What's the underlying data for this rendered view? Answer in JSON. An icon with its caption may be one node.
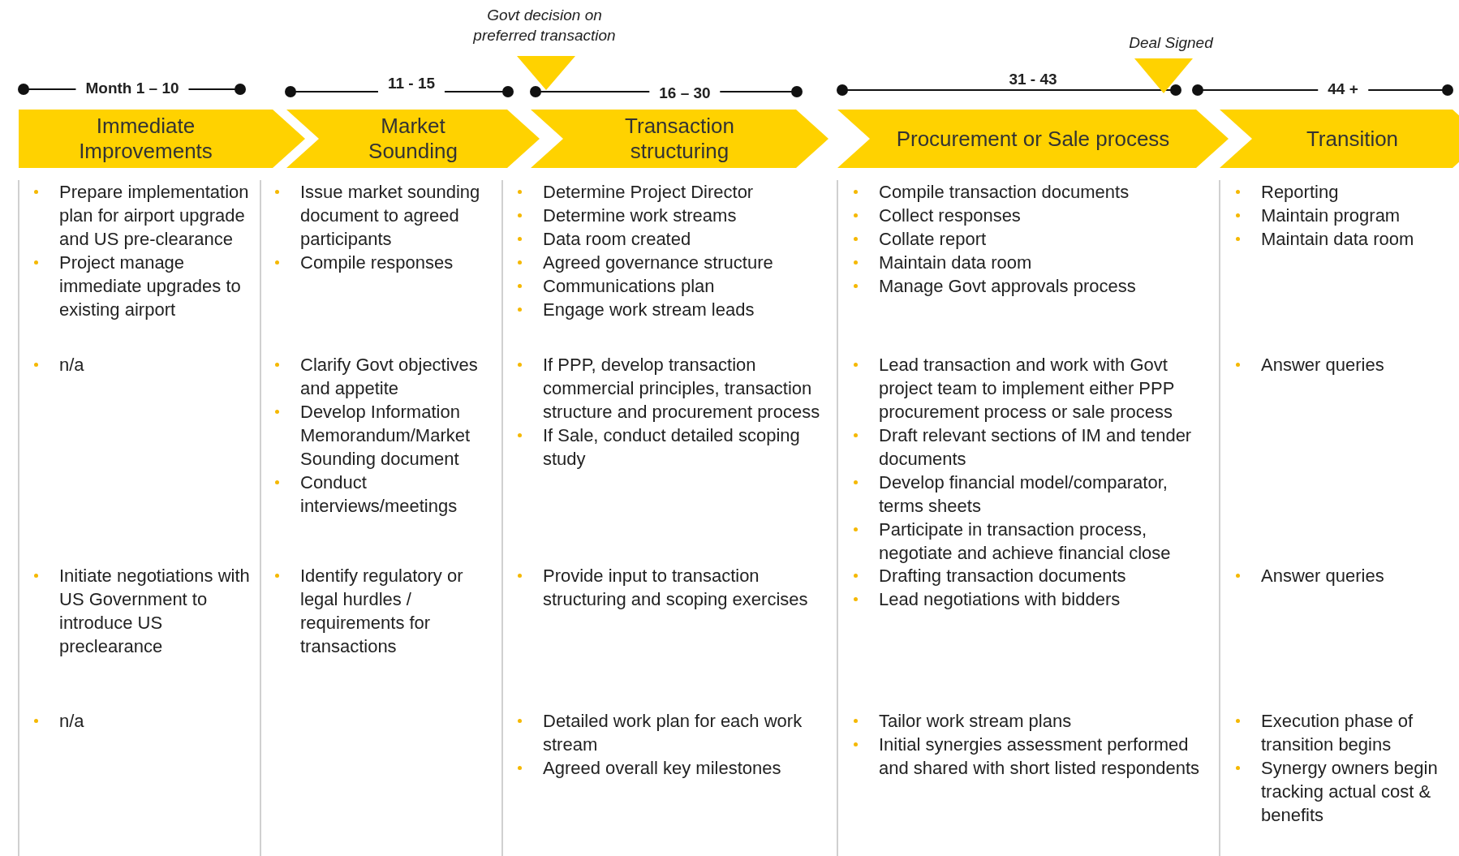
{
  "diagram": {
    "nodes": [
      {
        "text": [
          "Immediate Improvements"
        ]
      },
      {
        "text": [
          "Market Sounding"
        ]
      },
      {
        "text": [
          "Transaction structuring"
        ]
      },
      {
        "text": [
          "Procurement or Sale process"
        ]
      },
      {
        "text": [
          "Transition"
        ]
      },
      {
        "text": [],
        "shape": "triangle",
        "beside": [
          "Govt decision on preferred transaction"
        ]
      },
      {
        "text": [],
        "shape": "triangle",
        "beside": [
          "Deal Signed"
        ]
      }
    ],
    "labels": [
      "Month 1 – 10",
      "11 - 15",
      "16 – 30",
      "31 - 43",
      "44 +",
      "Prepare implementation plan for airport upgrade and US pre-clearance",
      "Project manage immediate upgrades to existing airport",
      "Issue market sounding document to agreed participants",
      "Compile responses",
      "Determine Project Director",
      "Determine work streams",
      "Data room created",
      "Agreed governance structure",
      "Communications plan",
      "Engage work stream leads",
      "Compile transaction documents",
      "Collect responses",
      "Collate report",
      "Maintain data room",
      "Manage Govt approvals process",
      "Reporting",
      "Maintain program",
      "Maintain data room",
      "n/a",
      "Clarify Govt objectives and appetite",
      "Develop Information Memorandum/Market Sounding document",
      "Conduct interviews/meetings",
      "If PPP, develop transaction commercial principles, transaction structure and procurement process",
      "If Sale, conduct detailed scoping study",
      "Lead transaction and work with Govt project team to implement either PPP procurement process or sale process",
      "Draft relevant sections of IM and tender documents",
      "Develop financial model/comparator, terms sheets",
      "Participate in transaction process, negotiate and achieve financial close",
      "Answer queries",
      "Initiate negotiations with  US Government to introduce US preclearance",
      "Identify regulatory or legal hurdles / requirements for transactions",
      "Provide input to transaction structuring and scoping exercises",
      "Drafting transaction documents",
      "Lead negotiations with bidders",
      "Answer queries",
      "n/a",
      "Detailed work plan for each work stream",
      "Agreed overall key milestones",
      "Tailor work stream plans",
      "Initial synergies assessment performed and shared with short listed respondents",
      "Execution phase of transition begins",
      "Synergy owners begin tracking actual cost & benefits"
    ]
  }
}
